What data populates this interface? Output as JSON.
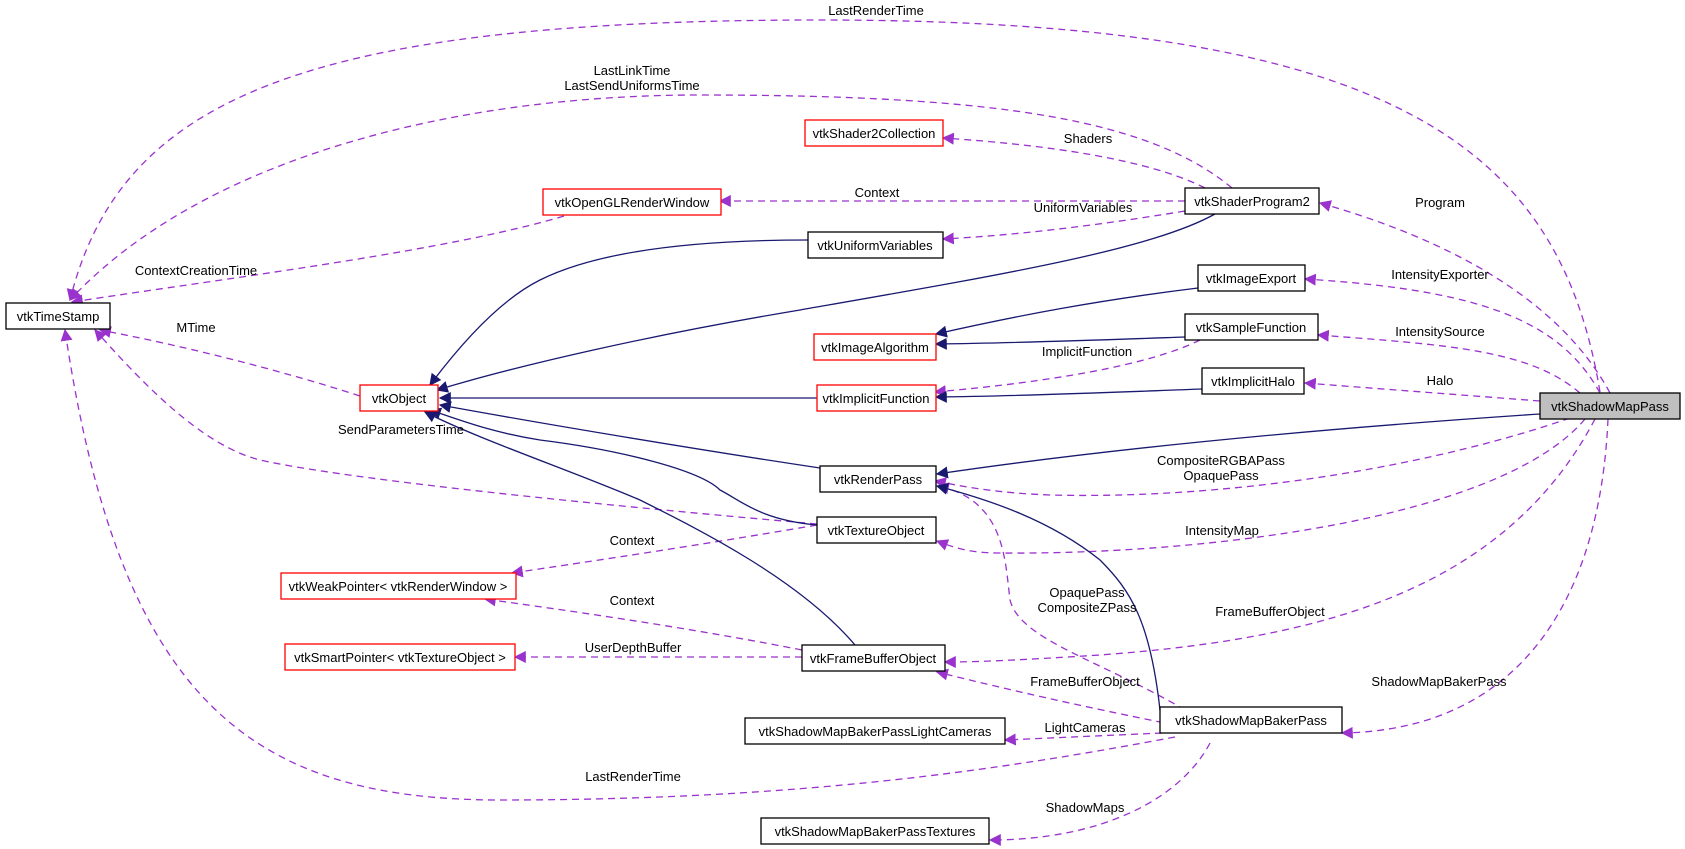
{
  "colors": {
    "inherit_edge": "#191970",
    "usage_edge": "#9a32cd",
    "node_border_normal": "#000000",
    "node_border_incomplete": "#ff0000",
    "focus_fill": "#bfbfbf"
  },
  "nodes": {
    "vtkShadowMapPass": "vtkShadowMapPass",
    "vtkTimeStamp": "vtkTimeStamp",
    "vtkObject": "vtkObject",
    "vtkShader2Collection": "vtkShader2Collection",
    "vtkOpenGLRenderWindow": "vtkOpenGLRenderWindow",
    "vtkShaderProgram2": "vtkShaderProgram2",
    "vtkUniformVariables": "vtkUniformVariables",
    "vtkImageExport": "vtkImageExport",
    "vtkImageAlgorithm": "vtkImageAlgorithm",
    "vtkSampleFunction": "vtkSampleFunction",
    "vtkImplicitFunction": "vtkImplicitFunction",
    "vtkImplicitHalo": "vtkImplicitHalo",
    "vtkRenderPass": "vtkRenderPass",
    "vtkTextureObject": "vtkTextureObject",
    "vtkWeakPointerRW": "vtkWeakPointer< vtkRenderWindow >",
    "vtkSmartPointerTO": "vtkSmartPointer< vtkTextureObject >",
    "vtkFrameBufferObject": "vtkFrameBufferObject",
    "vtkShadowMapBakerPass": "vtkShadowMapBakerPass",
    "vtkShadowMapBakerPassLightCameras": "vtkShadowMapBakerPassLightCameras",
    "vtkShadowMapBakerPassTextures": "vtkShadowMapBakerPassTextures"
  },
  "edge_labels": {
    "last_render_time_top": "LastRenderTime",
    "last_link_time": "LastLinkTime",
    "last_send_uniforms_time": "LastSendUniformsTime",
    "shaders": "Shaders",
    "context_ogl": "Context",
    "uniform_variables": "UniformVariables",
    "program": "Program",
    "context_creation_time": "ContextCreationTime",
    "intensity_exporter": "IntensityExporter",
    "mtime": "MTime",
    "intensity_source": "IntensitySource",
    "implicit_function": "ImplicitFunction",
    "halo": "Halo",
    "send_parameters_time": "SendParametersTime",
    "composite_rgba_pass": "CompositeRGBAPass",
    "opaque_pass_1": "OpaquePass",
    "intensity_map": "IntensityMap",
    "context_weak": "Context",
    "context_weak2": "Context",
    "opaque_pass_2": "OpaquePass",
    "composite_z_pass": "CompositeZPass",
    "frame_buffer_object_1": "FrameBufferObject",
    "user_depth_buffer": "UserDepthBuffer",
    "frame_buffer_object_2": "FrameBufferObject",
    "shadow_map_baker_pass": "ShadowMapBakerPass",
    "light_cameras": "LightCameras",
    "last_render_time_bottom": "LastRenderTime",
    "shadow_maps": "ShadowMaps"
  }
}
